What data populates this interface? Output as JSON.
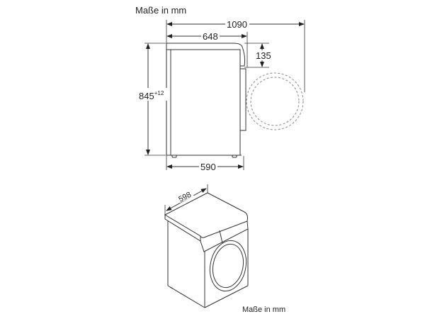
{
  "header": {
    "title": "Maße in mm"
  },
  "footer": {
    "caption": "Maße in mm"
  },
  "side_view": {
    "dimensions": {
      "overall_depth_door_open": "1090",
      "top_depth": "648",
      "height": "845",
      "height_tolerance": "+12",
      "base_depth": "590",
      "door_offset": "135"
    }
  },
  "iso_view": {
    "dimensions": {
      "width": "598"
    }
  },
  "colors": {
    "line": "#333333",
    "dashed": "#888888",
    "background": "#ffffff"
  }
}
